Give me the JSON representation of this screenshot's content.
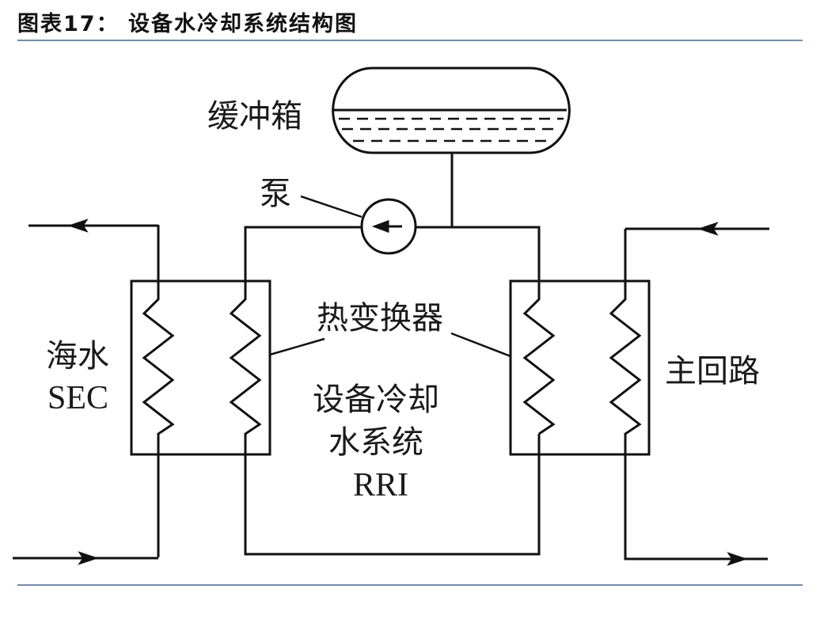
{
  "figure": {
    "title": "图表17：  设备水冷却系统结构图"
  },
  "diagram": {
    "buffer_tank_label": "缓冲箱",
    "pump_label": "泵",
    "heat_exchanger_label": "热变换器",
    "seawater_label_line1": "海水",
    "seawater_label_line2": "SEC",
    "main_loop_label": "主回路",
    "system_label_line1": "设备冷却",
    "system_label_line2": "水系统",
    "system_label_line3": "RRI"
  },
  "colors": {
    "rule": "#6e8db5",
    "line": "#111111"
  }
}
